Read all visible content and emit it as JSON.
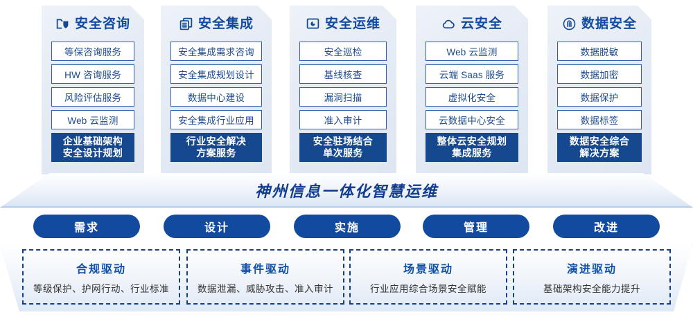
{
  "theme": {
    "deep_blue": "#15488f",
    "accent_blue": "#114a9f",
    "card_border": "#2f5fa8",
    "panel_bg": "#e6ecf5",
    "text_dark": "#333333"
  },
  "pillars": [
    {
      "icon": "folder-shield-icon",
      "title": "安全咨询",
      "items": [
        "等保咨询服务",
        "HW 咨询服务",
        "风险评估服务",
        "Web 云监测"
      ],
      "highlight": [
        "企业基础架构",
        "安全设计规划"
      ]
    },
    {
      "icon": "stacked-documents-icon",
      "title": "安全集成",
      "items": [
        "安全集成需求咨询",
        "安全集成规划设计",
        "数据中心建设",
        "安全集成行业应用"
      ],
      "highlight": [
        "行业安全解决",
        "方案服务"
      ]
    },
    {
      "icon": "monitor-pie-icon",
      "title": "安全运维",
      "items": [
        "安全巡检",
        "基线核查",
        "漏洞扫描",
        "准入审计"
      ],
      "highlight": [
        "安全驻场结合",
        "单次服务"
      ]
    },
    {
      "icon": "cloud-icon",
      "title": "云安全",
      "items": [
        "Web 云监测",
        "云端 Saas 服务",
        "虚拟化安全",
        "云数据中心安全"
      ],
      "highlight": [
        "整体云安全规划",
        "集成服务"
      ]
    },
    {
      "icon": "fingerprint-icon",
      "title": "数据安全",
      "items": [
        "数据脱敏",
        "数据加密",
        "数据保护",
        "数据标签"
      ],
      "highlight": [
        "数据安全综合",
        "解决方案"
      ]
    }
  ],
  "banner": {
    "title": "神州信息一体化智慧运维"
  },
  "phases": [
    {
      "label": "需求"
    },
    {
      "label": "设计"
    },
    {
      "label": "实施"
    },
    {
      "label": "管理"
    },
    {
      "label": "改进"
    }
  ],
  "drivers": [
    {
      "title": "合规驱动",
      "desc": "等级保护、护网行动、行业标准"
    },
    {
      "title": "事件驱动",
      "desc": "数据泄漏、威胁攻击、准入审计"
    },
    {
      "title": "场景驱动",
      "desc": "行业应用综合场景安全赋能"
    },
    {
      "title": "演进驱动",
      "desc": "基础架构安全能力提升"
    }
  ]
}
